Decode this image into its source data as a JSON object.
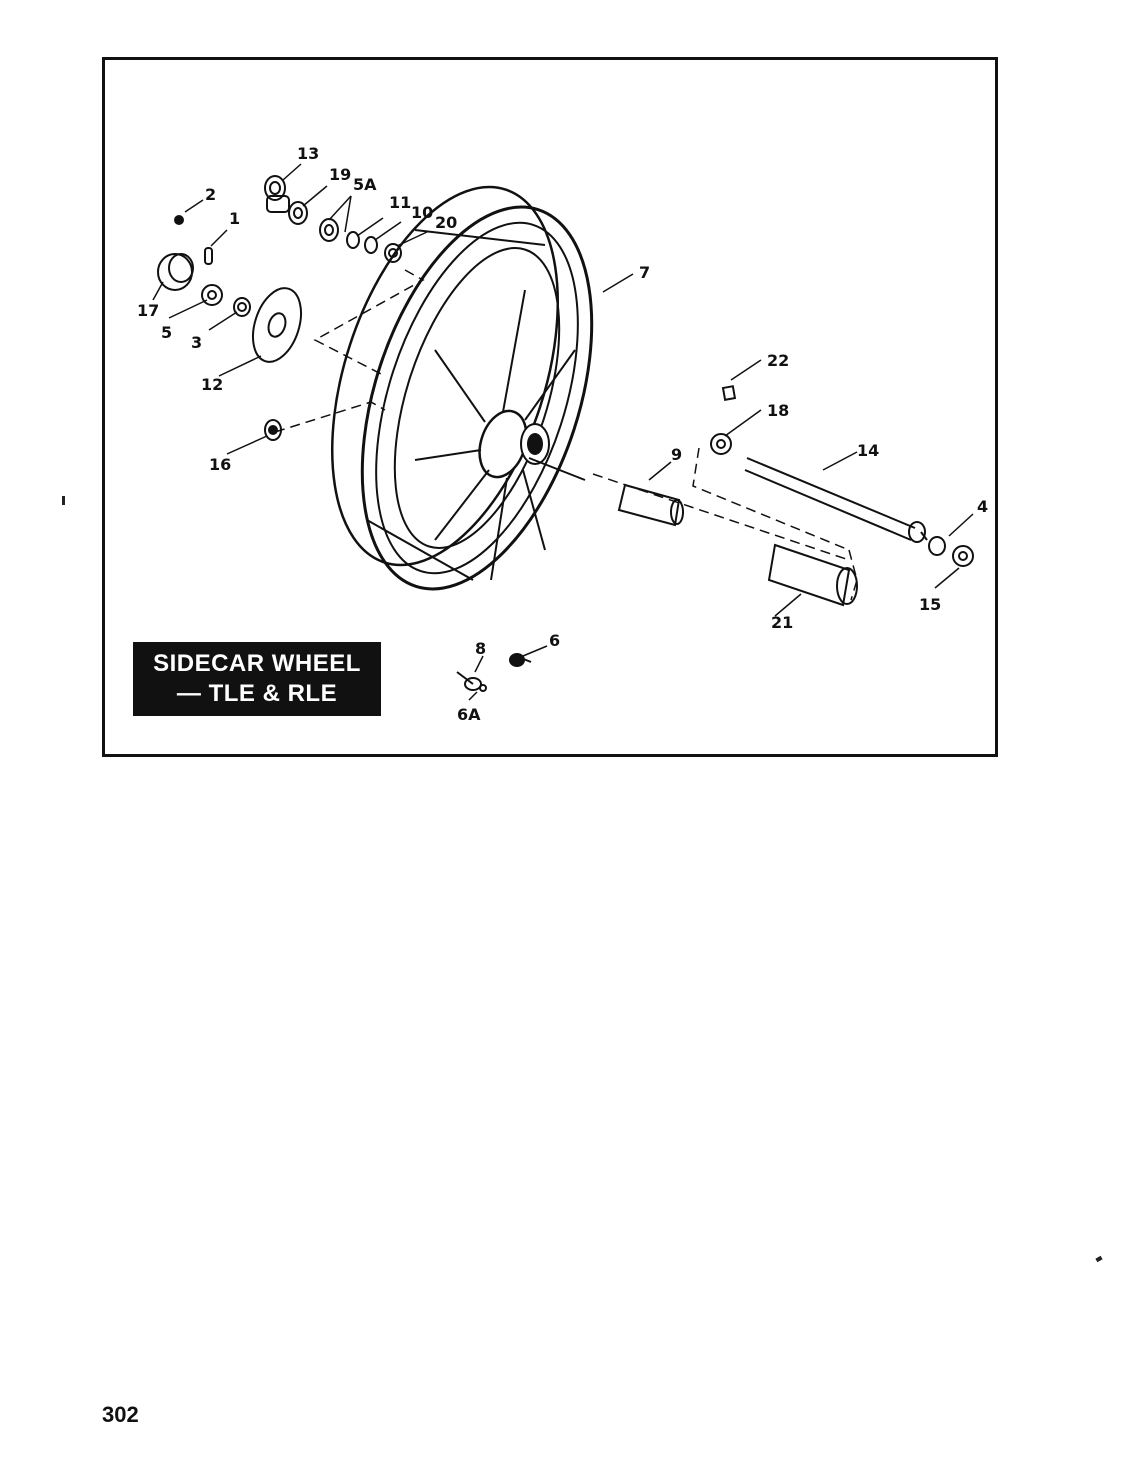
{
  "figure": {
    "title_line1": "SIDECAR WHEEL",
    "title_line2": "— TLE & RLE",
    "callouts": [
      "13",
      "19",
      "5A",
      "2",
      "11",
      "10",
      "20",
      "1",
      "17",
      "5",
      "3",
      "12",
      "16",
      "7",
      "22",
      "18",
      "14",
      "9",
      "4",
      "15",
      "21",
      "8",
      "6",
      "6A"
    ]
  },
  "page": {
    "number": "302"
  }
}
